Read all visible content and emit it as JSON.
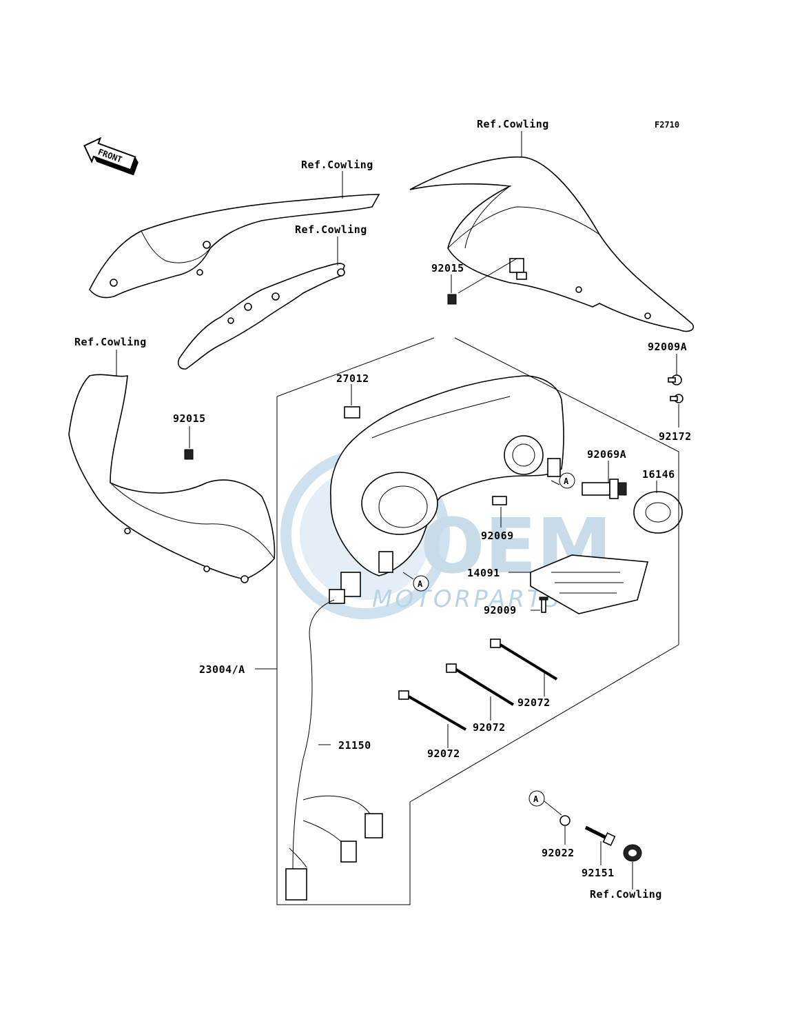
{
  "figure_code": "F2710",
  "front_arrow_label": "FRONT",
  "watermark": {
    "brand": "OEM",
    "sub": "MOTORPARTS",
    "color": "#9fc4e0"
  },
  "labels": {
    "ref_cowling_top_right": "Ref.Cowling",
    "ref_cowling_top_mid": "Ref.Cowling",
    "ref_cowling_mid": "Ref.Cowling",
    "ref_cowling_left": "Ref.Cowling",
    "ref_cowling_bottom": "Ref.Cowling",
    "p92015_right": "92015",
    "p92015_left": "92015",
    "p92009A": "92009A",
    "p92172": "92172",
    "p27012": "27012",
    "p92069A": "92069A",
    "p16146": "16146",
    "p92069": "92069",
    "p14091": "14091",
    "p92009": "92009",
    "p92072_a": "92072",
    "p92072_b": "92072",
    "p92072_c": "92072",
    "p23004A": "23004/A",
    "p21150": "21150",
    "p92022": "92022",
    "p92151": "92151",
    "callout_a1": "A",
    "callout_a2": "A",
    "callout_a3": "A"
  }
}
